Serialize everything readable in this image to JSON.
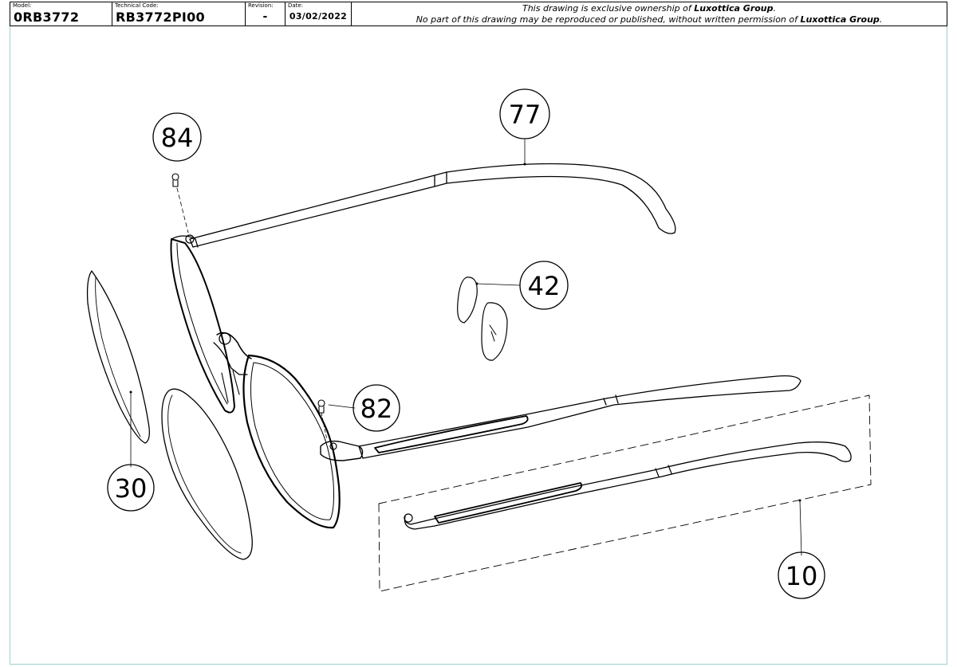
{
  "title_block": {
    "model_label": "Model:",
    "model_value": "0RB3772",
    "technical_code_label": "Technical Code:",
    "technical_code_value": "RB3772PI00",
    "revision_label": "Revision:",
    "revision_value": "-",
    "date_label": "Date:",
    "date_value": "03/02/2022",
    "notice_line1_prefix": "This drawing is exclusive ownership of ",
    "notice_owner": "Luxottica Group",
    "notice_line1_suffix": ".",
    "notice_line2_prefix": "No part of this drawing may be reproduced or published, without written permission of ",
    "notice_line2_suffix": "."
  },
  "callouts": {
    "temple_right": "77",
    "screw_top": "84",
    "nose_pads": "42",
    "screw_hinge": "82",
    "lens": "30",
    "temple_left": "10"
  }
}
